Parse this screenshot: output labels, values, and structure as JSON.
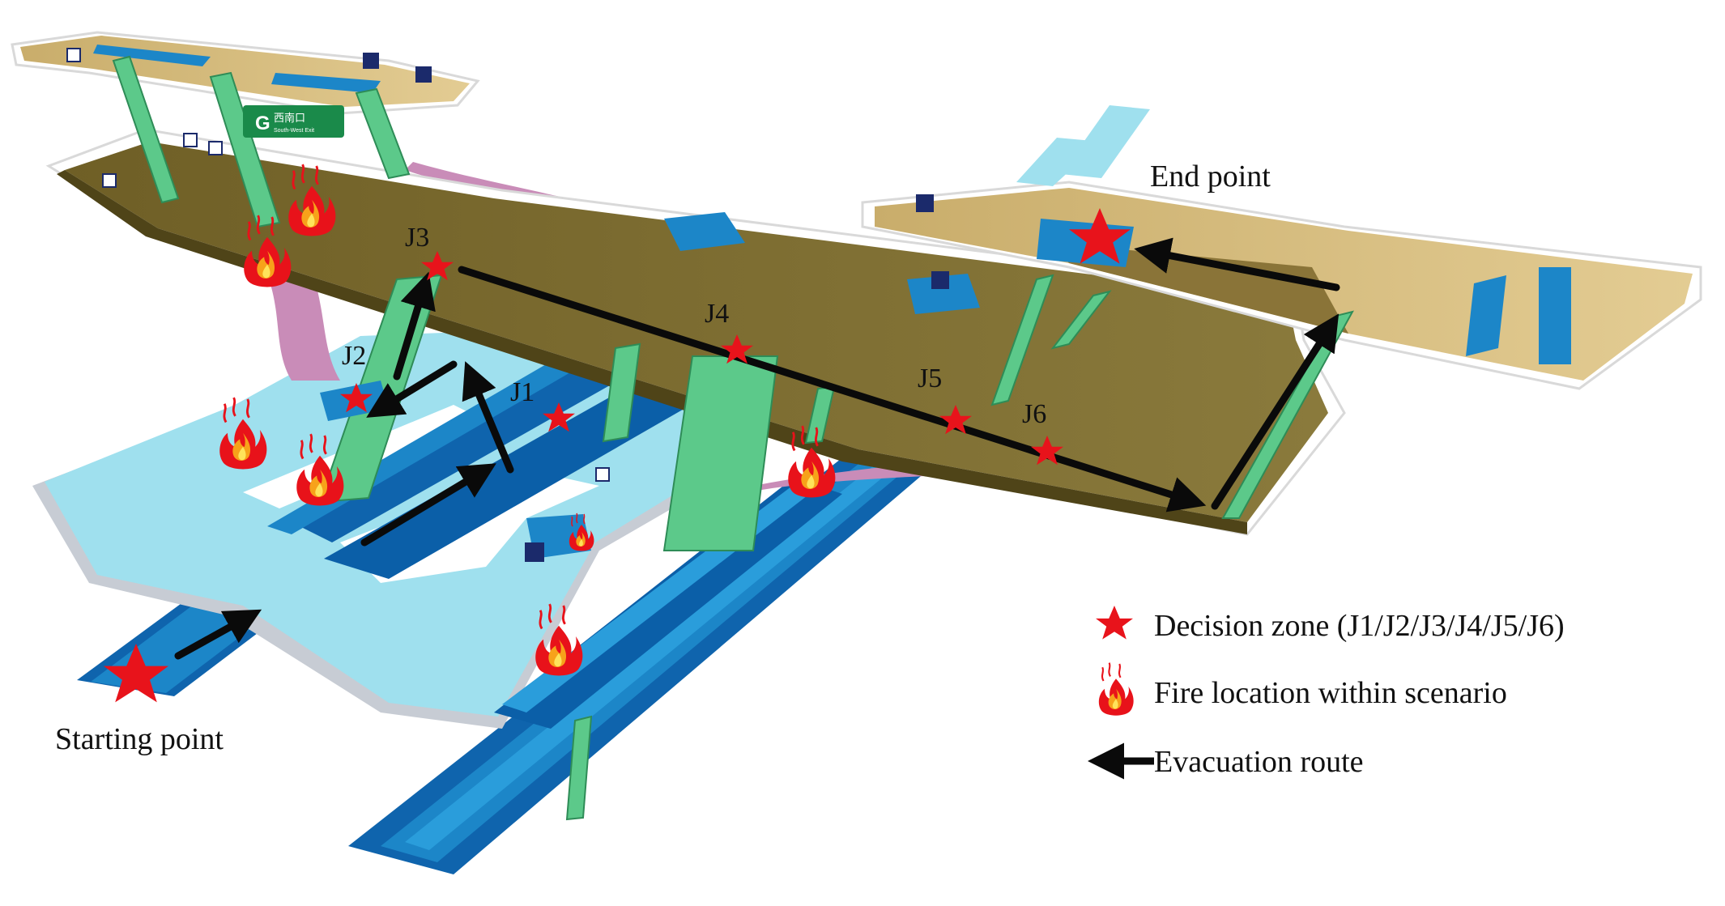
{
  "sign": {
    "exit_letter": "G",
    "exit_name": "西南口",
    "exit_sub": "South-West Exit"
  },
  "labels": {
    "start": "Starting point",
    "end": "End point"
  },
  "decision_zones": [
    {
      "id": "J1",
      "label": "J1"
    },
    {
      "id": "J2",
      "label": "J2"
    },
    {
      "id": "J3",
      "label": "J3"
    },
    {
      "id": "J4",
      "label": "J4"
    },
    {
      "id": "J5",
      "label": "J5"
    },
    {
      "id": "J6",
      "label": "J6"
    }
  ],
  "legend": {
    "decision_zone": "Decision zone (J1/J2/J3/J4/J5/J6)",
    "fire": "Fire location within scenario",
    "route": "Evacuation route"
  },
  "colors": {
    "star": "#e8131b",
    "route": "#0a0a0a",
    "concourse": "#7a6a2e",
    "platform_light": "#9fe0ee",
    "platform_dark": "#1c86c8",
    "track": "#0b5fa8",
    "corridor_pink": "#c98cb8",
    "stair_green": "#5cc98a",
    "upper_floor": "#d8bf86"
  }
}
